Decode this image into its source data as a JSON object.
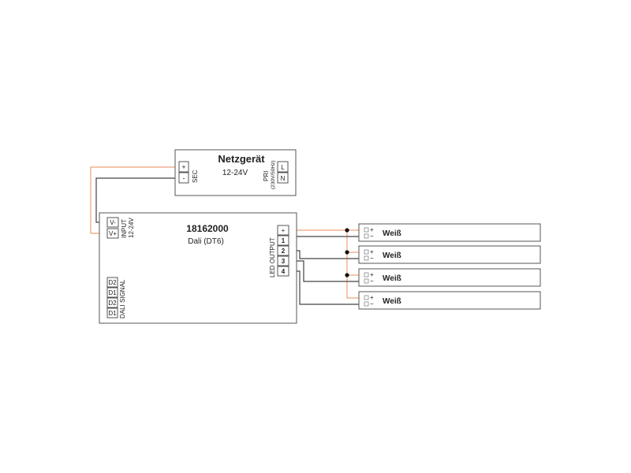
{
  "psu": {
    "title": "Netzgerät",
    "voltage": "12-24V",
    "sec_label": "SEC",
    "plus": "+",
    "minus": "-",
    "pri_label": "PRI",
    "pri_sub": "(230V/50Hz)",
    "l": "L",
    "n": "N"
  },
  "controller": {
    "model": "18162000",
    "type": "Dali (DT6)",
    "input_label": "INPUT",
    "input_voltage": "12-24V",
    "v_minus": "V-",
    "v_plus": "V+",
    "led_output_label": "LED OUTPUT",
    "out_plus": "+",
    "out_1": "1",
    "out_2": "2",
    "out_3": "3",
    "out_4": "4",
    "dali_label": "DALI SIGNAL",
    "d2a": "D2",
    "d1a": "D1",
    "d2b": "D2",
    "d1b": "D1"
  },
  "strips": [
    {
      "label": "Weiß",
      "plus": "+",
      "minus": "−"
    },
    {
      "label": "Weiß",
      "plus": "+",
      "minus": "−"
    },
    {
      "label": "Weiß",
      "plus": "+",
      "minus": "−"
    },
    {
      "label": "Weiß",
      "plus": "+",
      "minus": "−"
    }
  ],
  "colors": {
    "orange_wire": "#f0a07a",
    "black_wire": "#444444",
    "box_border": "#555555"
  }
}
